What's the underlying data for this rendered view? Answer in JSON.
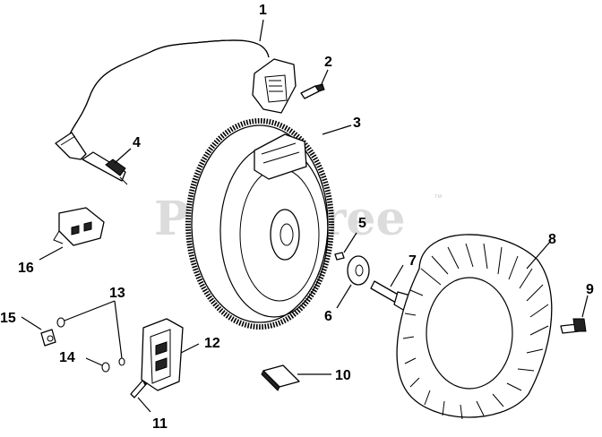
{
  "watermark": {
    "text": "PartsTree",
    "trademark": "™"
  },
  "callouts": [
    {
      "id": "1",
      "label": "1"
    },
    {
      "id": "2",
      "label": "2"
    },
    {
      "id": "3",
      "label": "3"
    },
    {
      "id": "4",
      "label": "4"
    },
    {
      "id": "5",
      "label": "5"
    },
    {
      "id": "6",
      "label": "6"
    },
    {
      "id": "7",
      "label": "7"
    },
    {
      "id": "8",
      "label": "8"
    },
    {
      "id": "9",
      "label": "9"
    },
    {
      "id": "10",
      "label": "10"
    },
    {
      "id": "11",
      "label": "11"
    },
    {
      "id": "12",
      "label": "12"
    },
    {
      "id": "13",
      "label": "13"
    },
    {
      "id": "14",
      "label": "14"
    },
    {
      "id": "15",
      "label": "15"
    },
    {
      "id": "16",
      "label": "16"
    }
  ]
}
